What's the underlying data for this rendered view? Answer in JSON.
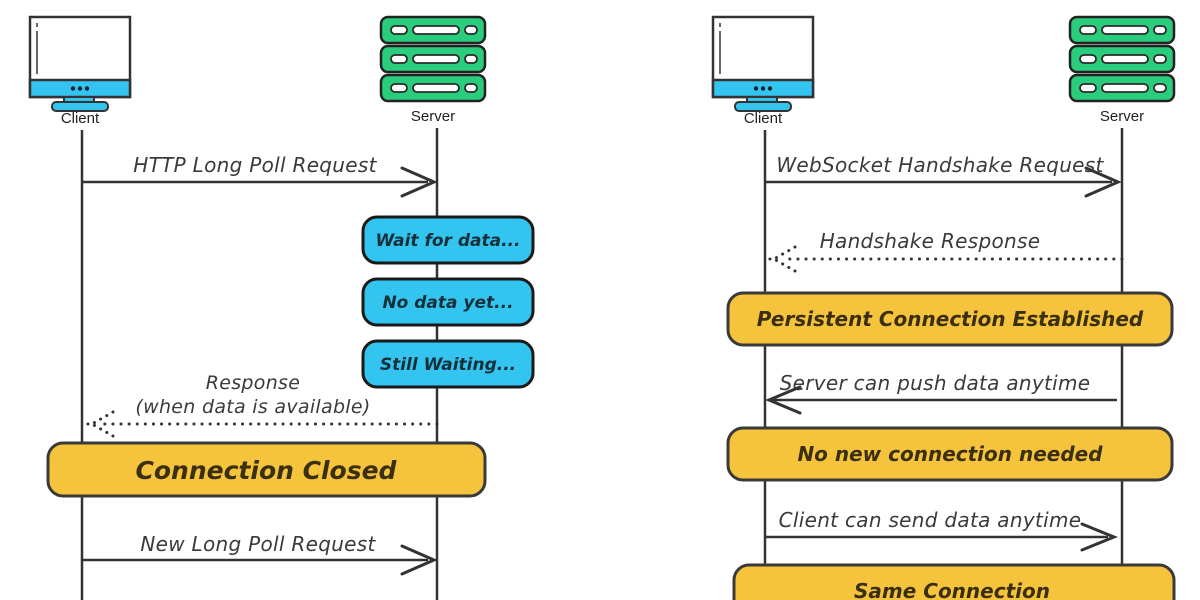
{
  "colors": {
    "cyan": "#33c5f0",
    "yellow": "#f6c33c",
    "green": "#2acd7c",
    "ink": "#333333"
  },
  "left": {
    "client_label": "Client",
    "server_label": "Server",
    "request_label": "HTTP Long Poll Request",
    "notes": [
      "Wait for data...",
      "No data yet...",
      "Still Waiting..."
    ],
    "response_line1": "Response",
    "response_line2": "(when data is available)",
    "band_label": "Connection Closed",
    "new_request_label": "New Long Poll Request"
  },
  "right": {
    "client_label": "Client",
    "server_label": "Server",
    "request_label": "WebSocket Handshake Request",
    "response_label": "Handshake Response",
    "bands": [
      "Persistent Connection Established",
      "No new connection needed",
      "Same Connection"
    ],
    "push_label": "Server can push data anytime",
    "send_label": "Client can send data anytime"
  }
}
